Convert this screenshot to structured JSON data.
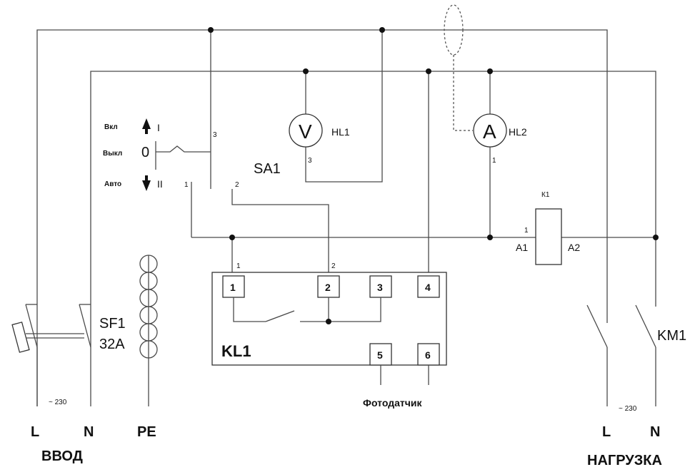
{
  "switch_sa1": {
    "label": "SA1",
    "pos_on": "Вкл",
    "pos_on_mark": "I",
    "pos_off": "Выкл",
    "pos_off_mark": "0",
    "pos_auto": "Авто",
    "pos_auto_mark": "II",
    "pin1": "1",
    "pin2": "2",
    "pin3": "3"
  },
  "voltmeter": {
    "symbol": "V",
    "label": "HL1",
    "pin": "3"
  },
  "ammeter": {
    "symbol": "A",
    "label": "HL2",
    "pin": "1"
  },
  "relay_k1": {
    "label": "К1",
    "pin": "1",
    "a1": "A1",
    "a2": "A2"
  },
  "kl1": {
    "label": "KL1",
    "terminals": [
      "1",
      "2",
      "3",
      "4",
      "5",
      "6"
    ],
    "wire_label_1": "1",
    "wire_label_2": "2",
    "sensor_label": "Фотодатчик"
  },
  "breaker": {
    "label": "SF1",
    "rating": "32A"
  },
  "contactor": {
    "label": "KM1"
  },
  "input": {
    "title": "ВВОД",
    "l": "L",
    "n": "N",
    "pe": "PE",
    "voltage": "~ 230"
  },
  "load": {
    "title": "НАГРУЗКА",
    "l": "L",
    "n": "N",
    "voltage": "~ 230"
  }
}
